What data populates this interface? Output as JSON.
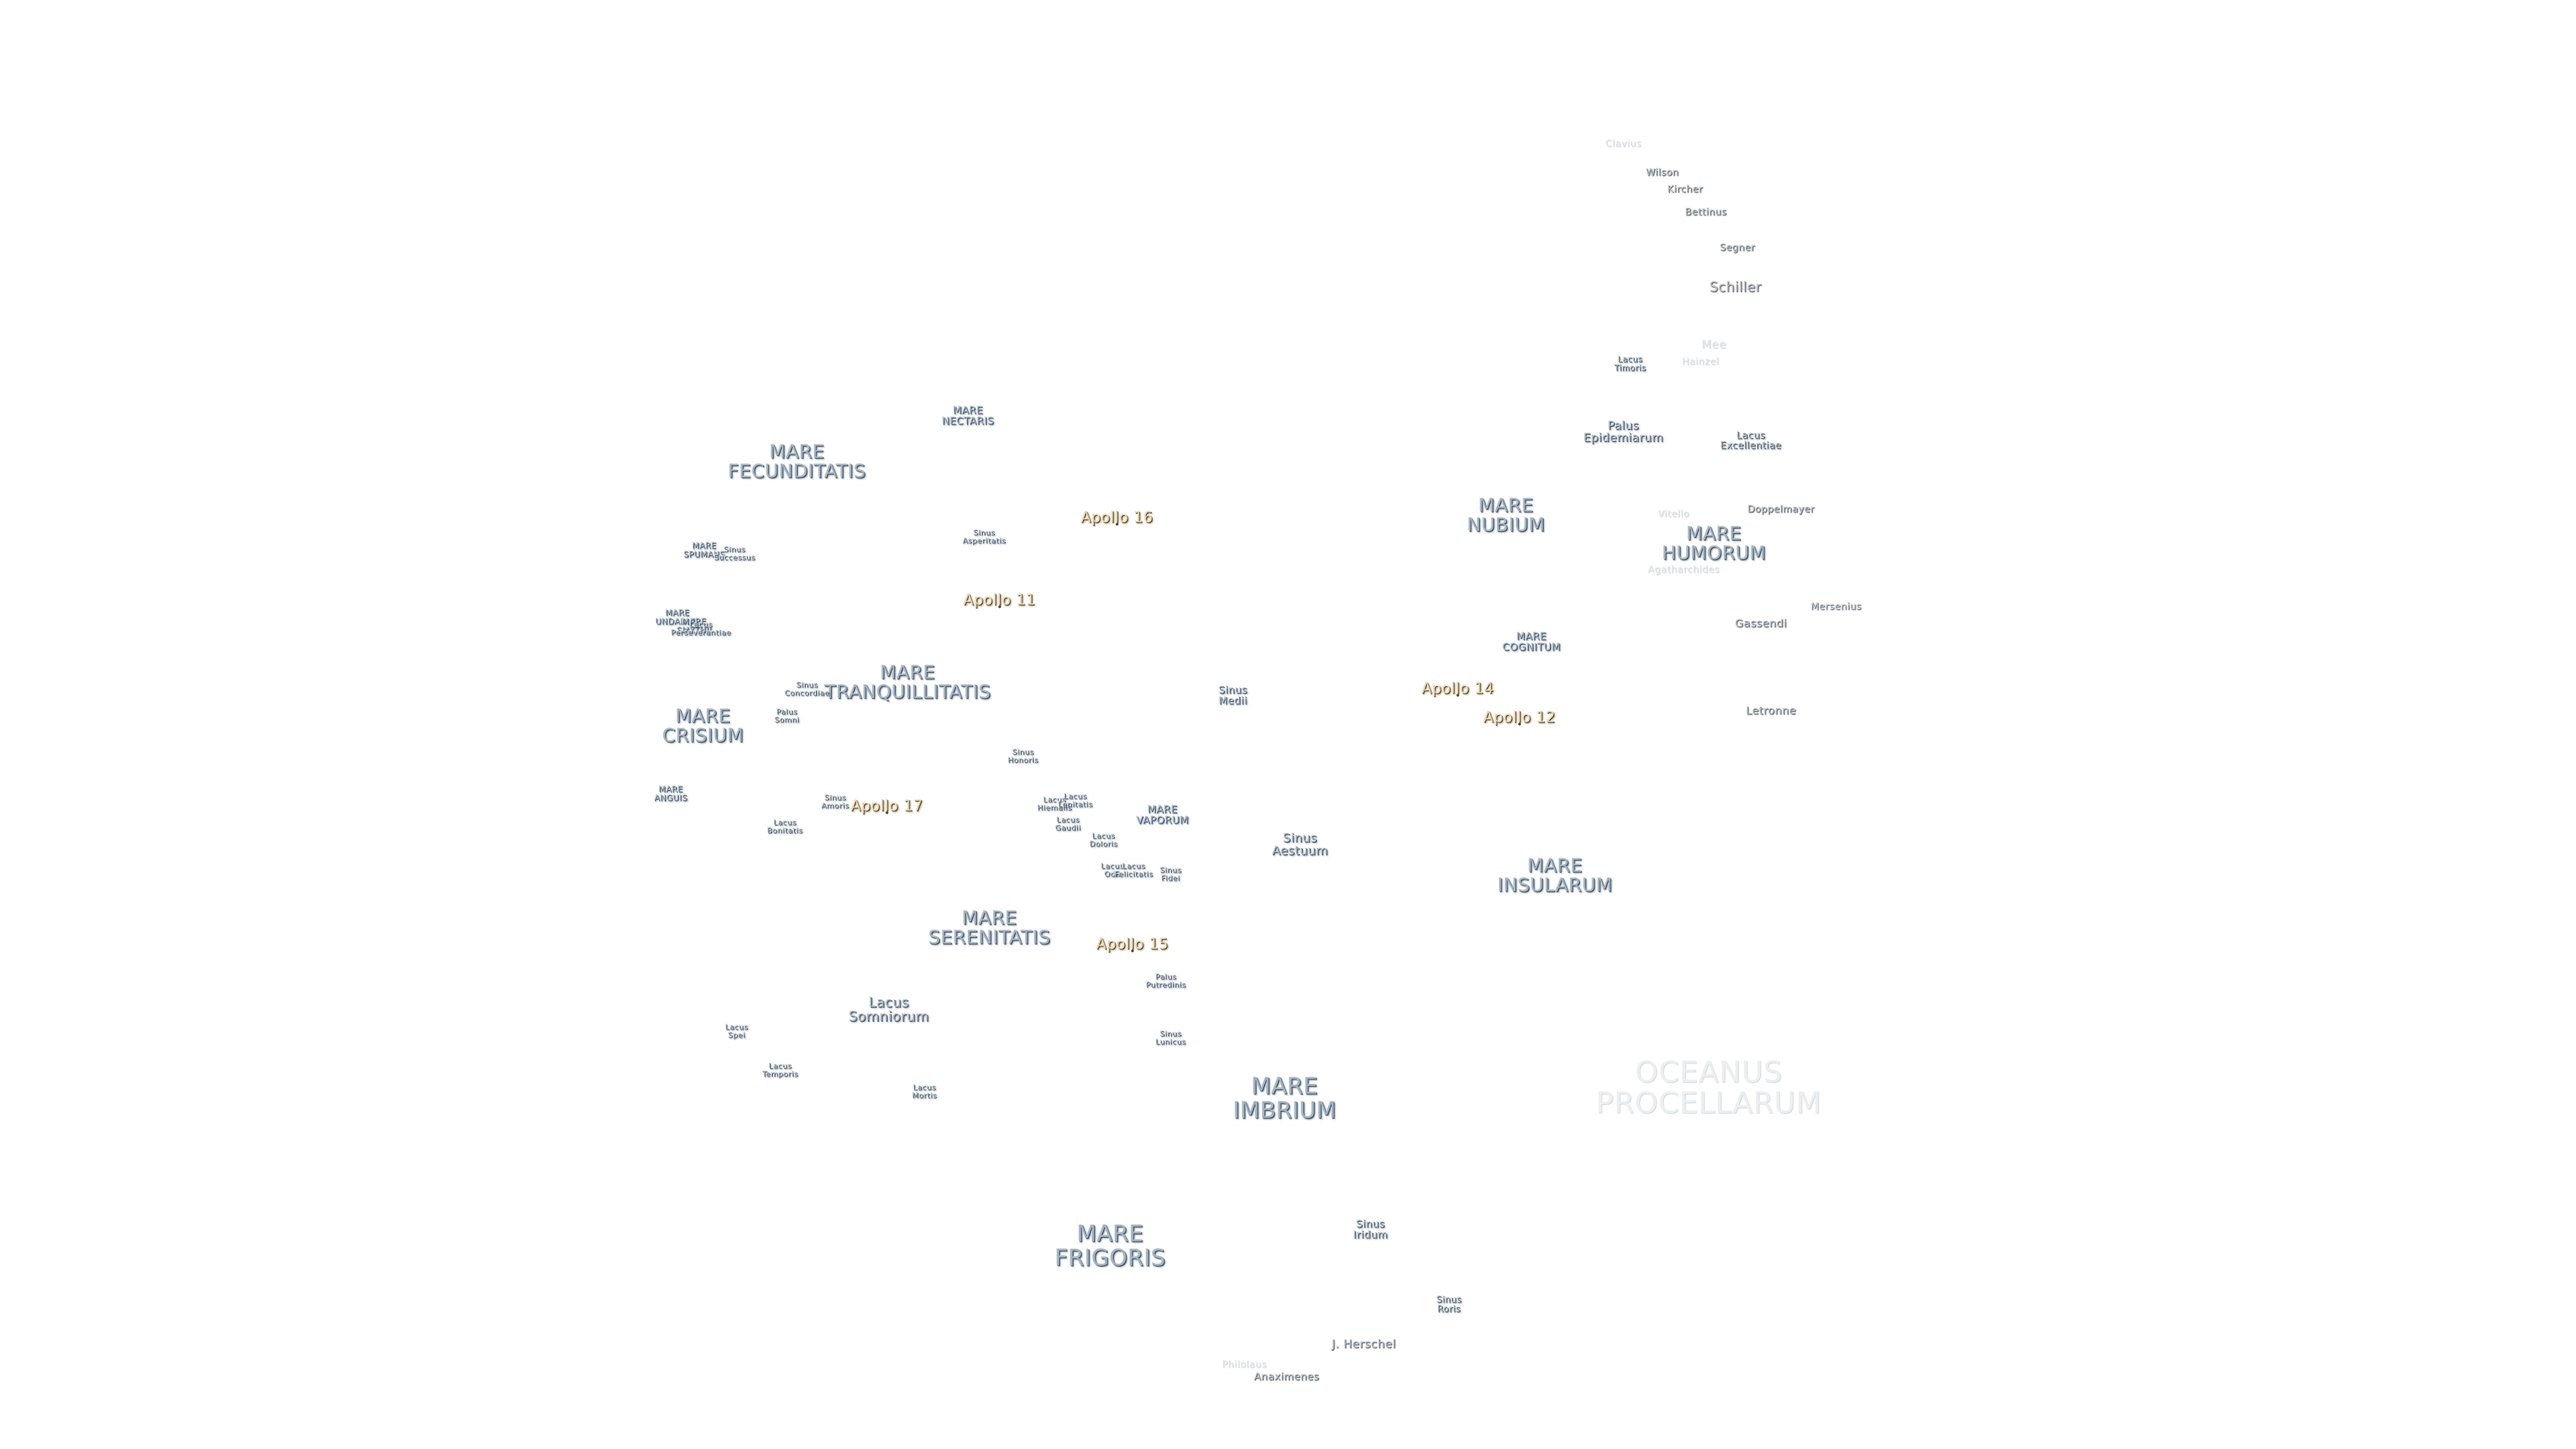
{
  "labels": {
    "mare_fecunditatis": "MARE\nFECUNDITATIS",
    "mare_nectaris": "MARE\nNECTARIS",
    "mare_spumans": "MARE\nSPUMANS",
    "sinus_successus": "Sinus\nSuccessus",
    "mare_undarum": "MARE\nUNDARUM",
    "mare_smythii": "MARE\nSMYTHII",
    "lacus_perseverantiae": "Lacus\nPerseverantiae",
    "mare_tranquillitatis": "MARE\nTRANQUILLITATIS",
    "sinus_concordiae": "Sinus\nConcordiae",
    "mare_crisium": "MARE\nCRISIUM",
    "palus_somni": "Palus\nSomni",
    "mare_anguis": "MARE\nANGUIS",
    "sinus_amoris": "Sinus\nAmoris",
    "lacus_bonitatis": "Lacus\nBonitatis",
    "sinus_asperitatis": "Sinus\nAsperitatis",
    "sinus_honoris": "Sinus\nHonoris",
    "lacus_hiemalis": "Lacus\nHiemalis",
    "lacus_lenitatis": "Lacus\nLenitatis",
    "lacus_gaudii": "Lacus\nGaudii",
    "lacus_doloris": "Lacus\nDoloris",
    "lacus_odii": "Lacus\nOdii",
    "lacus_felicitatis": "Lacus\nFelicitatis",
    "sinus_fidei": "Sinus\nFidei",
    "mare_vaporum": "MARE\nVAPORUM",
    "sinus_medii": "Sinus\nMedii",
    "sinus_aestuum": "Sinus\nAestuum",
    "mare_serenitatis": "MARE\nSERENITATIS",
    "palus_putredinis": "Palus\nPutredinis",
    "lacus_somniorum": "Lacus\nSomniorum",
    "lacus_spei": "Lacus\nSpei",
    "lacus_temporis": "Lacus\nTemporis",
    "lacus_mortis": "Lacus\nMortis",
    "sinus_lunicus": "Sinus\nLunicus",
    "mare_imbrium": "MARE\nIMBRIUM",
    "mare_frigoris": "MARE\nFRIGORIS",
    "sinus_iridum": "Sinus\nIridum",
    "sinus_roris": "Sinus\nRoris",
    "mare_nubium": "MARE\nNUBIUM",
    "mare_humorum": "MARE\nHUMORUM",
    "mare_cognitum": "MARE\nCOGNITUM",
    "mare_insularum": "MARE\nINSULARUM",
    "oceanus_procellarum": "OCEANUS\nPROCELLARUM",
    "palus_epidemiarum": "Palus\nEpidemiarum",
    "lacus_excellentiae": "Lacus\nExcellentiae",
    "lacus_timoris": "Lacus\nTimoris"
  },
  "craters": {
    "clavius": "Clavius",
    "wilson": "Wilson",
    "kircher": "Kircher",
    "bettinus": "Bettinus",
    "segner": "Segner",
    "schiller": "Schiller",
    "hainzel": "Hainzel",
    "mee": "Mee",
    "doppelmayer": "Doppelmayer",
    "vitello": "Vitello",
    "agatharchides": "Agatharchides",
    "mersenius": "Mersenius",
    "gassendi": "Gassendi",
    "letronne": "Letronne",
    "j_herschel": "J. Herschel",
    "philolaus": "Philolaus",
    "anaximenes": "Anaximenes"
  },
  "apollo": {
    "a11": "Apollo 11",
    "a12": "Apollo 12",
    "a14": "Apollo 14",
    "a15": "Apollo 15",
    "a16": "Apollo 16",
    "a17": "Apollo 17"
  }
}
